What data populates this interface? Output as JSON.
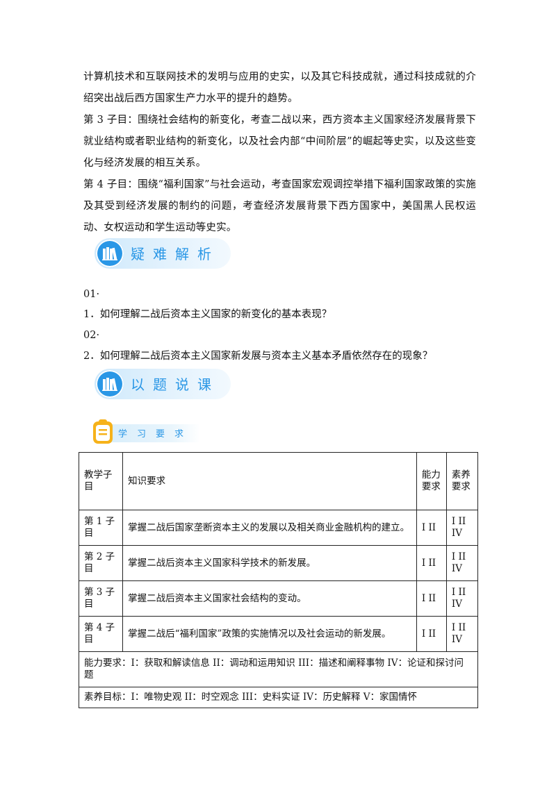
{
  "intro_paragraphs": [
    "计算机技术和互联网技术的发明与应用的史实，以及其它科技成就，通过科技成就的介绍突出战后西方国家生产力水平的提升的趋势。",
    "第 3 子目：围绕社会结构的新变化，考查二战以来，西方资本主义国家经济发展背景下就业结构或者职业结构的新变化，以及社会内部“中间阶层”的崛起等史实，以及这些变化与经济发展的相互关系。",
    "第 4 子目：围绕“福利国家”与社会运动，考查国家宏观调控举措下福利国家政策的实施及其受到经济发展的制约的问题，考查经济发展背景下西方国家中，美国黑人民权运动、女权运动和学生运动等史实。"
  ],
  "banner_difficulty": {
    "title": "疑难解析",
    "icon": "books-icon"
  },
  "questions": [
    {
      "num": "01·",
      "text": "1．如何理解二战后资本主义国家的新变化的基本表现？"
    },
    {
      "num": "02·",
      "text": "2．如何理解二战后资本主义国家新发展与资本主义基本矛盾依然存在的现象？"
    }
  ],
  "banner_lesson": {
    "title": "以题说课",
    "icon": "books-icon"
  },
  "banner_requirements": {
    "title": "学习要求",
    "icon": "clipboard-icon"
  },
  "accent_color": "#2a97e6",
  "table": {
    "headers": [
      "教学子目",
      "知识要求",
      "能力要求",
      "素养要求"
    ],
    "rows": [
      {
        "sub": "第 1 子目",
        "knowledge": "掌握二战后国家垄断资本主义的发展以及相关商业金融机构的建立。",
        "ability": "I II",
        "literacy": "I II IV"
      },
      {
        "sub": "第 2 子目",
        "knowledge": "掌握二战后资本主义国家科学技术的新发展。",
        "ability": "I II",
        "literacy": "I II IV"
      },
      {
        "sub": "第 3 子目",
        "knowledge": "掌握二战后资本主义国家社会结构的变动。",
        "ability": "I II",
        "literacy": "I II IV"
      },
      {
        "sub": "第 4 子目",
        "knowledge": "掌握二战后“福利国家”政策的实施情况以及社会运动的新发展。",
        "ability": "I II",
        "literacy": "I II IV"
      }
    ],
    "footer_ability": "能力要求：I：获取和解读信息 II：调动和运用知识 III：描述和阐释事物 IV：论证和探讨问题",
    "footer_literacy": "素养目标：I：唯物史观 II：时空观念 III：史料实证 IV：历史解释 V：家国情怀"
  }
}
